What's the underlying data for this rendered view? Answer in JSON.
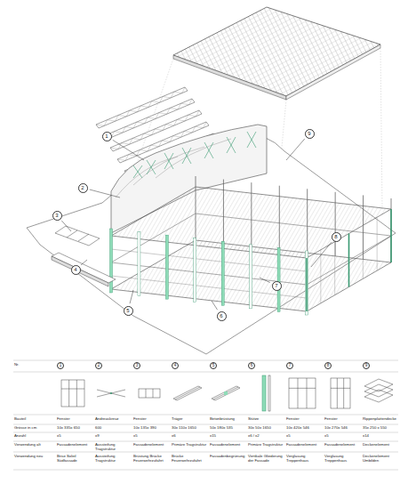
{
  "diagram": {
    "labels": [
      "1",
      "2",
      "3",
      "4",
      "5",
      "6",
      "7",
      "8",
      "9",
      "Nr.",
      "1",
      "2",
      "3",
      "4",
      "5",
      "6",
      "7",
      "8",
      "9",
      "Bauteil",
      "Fenster",
      "Andreaskreuz",
      "Fenster",
      "Träger",
      "Betonbrüstung",
      "Stütze",
      "Fenster",
      "Fenster",
      "Rippenplattendecke",
      "Grösse in cm",
      "10x 335x 650",
      "600",
      "10x 135x 390",
      "30x 110x 1650",
      "50x 180x 535",
      "30x 50x 1650",
      "10x 420x 546",
      "10x 270x 546",
      "35x 250 x 550",
      "Anzahl",
      "x5",
      "x9",
      "x5",
      "x6",
      "x15",
      "x6 / x2",
      "x5",
      "x5",
      "x14",
      "Verwendung alt",
      "Fassadenelement",
      "Aussteifung Tragstruktur",
      "Fassadenelement",
      "Primäre Tragstruktur",
      "Fassadenelement",
      "Primäre Tragstruktur",
      "Fassadenelement",
      "Fassadenelement",
      "Deckenelement",
      "Verwendung neu",
      "Brise Soleil Südfassade",
      "Aussteifung Tragstruktur",
      "Brüstung Brücke Feuerwehrzufahrt",
      "Brücke Feuerwehrzufahrt",
      "Fassadenbegrünung",
      "Vertikale Gliederung der Fassade",
      "Verglasung Treppenhaus",
      "Verglasung Treppenhaus",
      "Deckenelement Umbilden"
    ]
  }
}
